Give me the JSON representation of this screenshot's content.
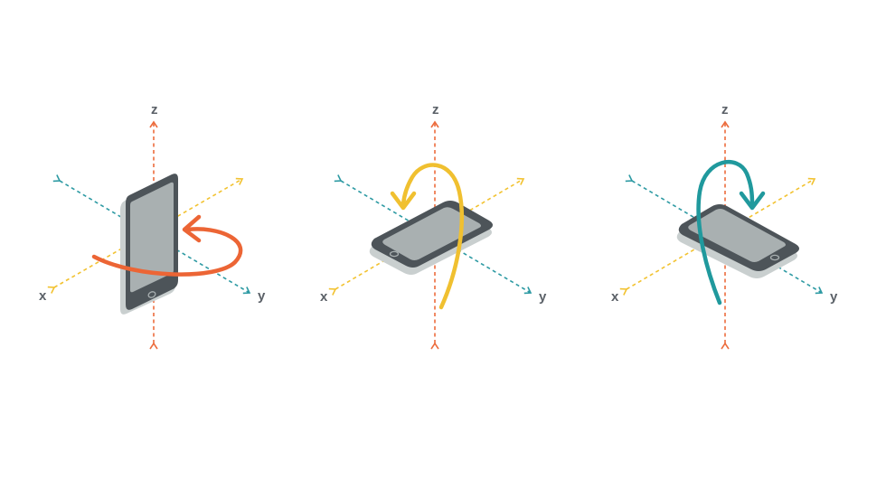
{
  "panels": [
    {
      "id": "z-rotation",
      "axis_labels": {
        "z": "z",
        "x": "x",
        "y": "y"
      }
    },
    {
      "id": "y-rotation",
      "axis_labels": {
        "z": "z",
        "x": "x",
        "y": "y"
      }
    },
    {
      "id": "x-rotation",
      "axis_labels": {
        "z": "z",
        "x": "x",
        "y": "y"
      }
    }
  ],
  "colors": {
    "z_axis": "#ec6c3d",
    "x_axis": "#f2c230",
    "y_axis": "#2d9aa3",
    "rotation_z": "#ec6535",
    "rotation_y": "#f0c030",
    "rotation_x": "#20999d",
    "phone_body": "#4d5459",
    "phone_screen": "#a9b0b1",
    "phone_shadow": "#c9cfcf",
    "label_text": "#5b6168"
  },
  "icons": [
    "arrow-head-icon",
    "smartphone-icon",
    "rotation-arrow-icon"
  ]
}
